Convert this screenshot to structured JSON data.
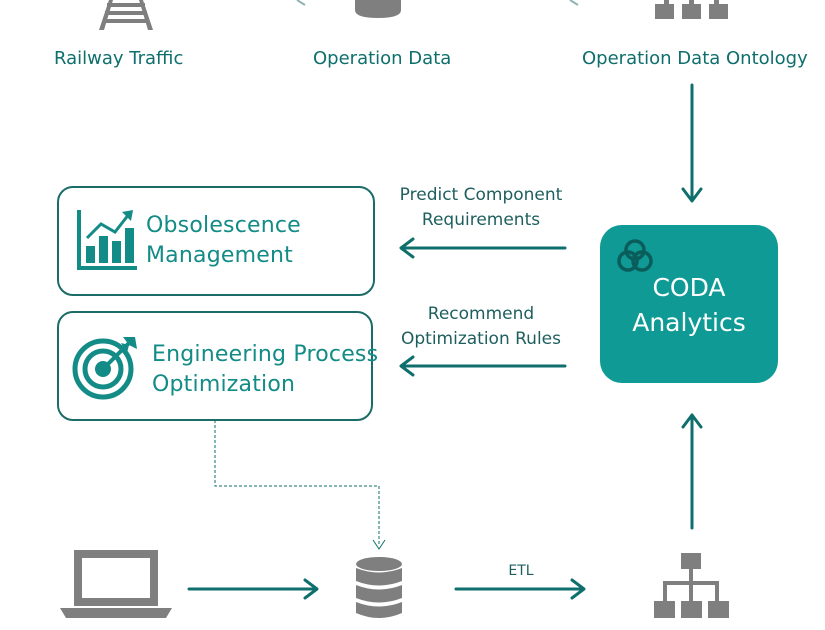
{
  "top_row": {
    "railway_traffic": "Railway Traffic",
    "operation_data": "Operation Data",
    "operation_data_ontology": "Operation Data Ontology"
  },
  "outputs": {
    "obsolescence": {
      "line1": "Obsolescence",
      "line2": "Management"
    },
    "engineering": {
      "line1": "Engineering Process",
      "line2": "Optimization"
    }
  },
  "arrows": {
    "predict": {
      "line1": "Predict Component",
      "line2": "Requirements"
    },
    "recommend": {
      "line1": "Recommend",
      "line2": "Optimization Rules"
    },
    "etl": "ETL"
  },
  "coda": {
    "line1": "CODA",
    "line2": "Analytics"
  },
  "colors": {
    "teal": "#0f9a95",
    "dark_teal": "#1b6b67",
    "icon_gray": "#7f7f7f"
  },
  "icons": [
    "railway-track-icon",
    "database-icon",
    "hierarchy-icon",
    "bar-chart-icon",
    "target-icon",
    "venn-icon",
    "laptop-icon"
  ]
}
